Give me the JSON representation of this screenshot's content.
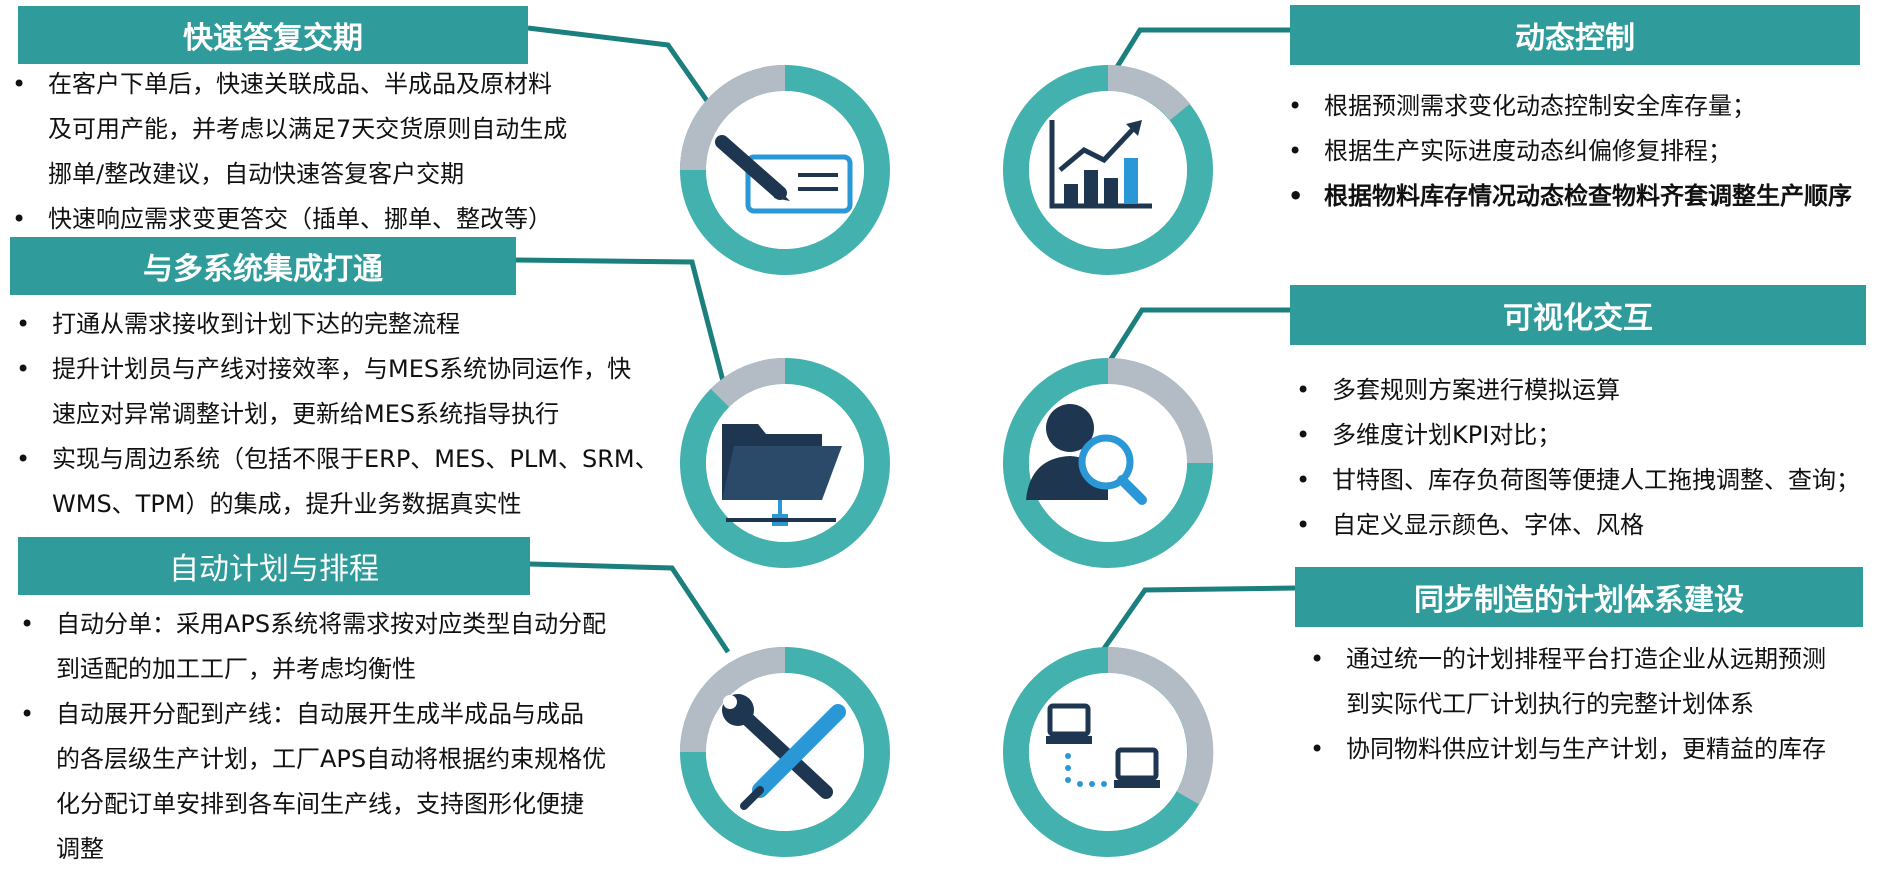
{
  "colors": {
    "teal": "#2f9c9b",
    "ring_teal": "#43b1ad",
    "ring_gray": "#b3bcc5",
    "navy": "#1e3650",
    "blue": "#2a97d6"
  },
  "sections": {
    "quick_reply": {
      "title": "快速答复交期",
      "bullets": [
        "在客户下单后，快速关联成品、半成品及原材料\n及可用产能，并考虑以满足7天交货原则自动生成\n挪单/整改建议，自动快速答复客户交期",
        "快速响应需求变更答交（插单、挪单、整改等）"
      ]
    },
    "integration": {
      "title": "与多系统集成打通",
      "bullets": [
        "打通从需求接收到计划下达的完整流程",
        "提升计划员与产线对接效率，与MES系统协同运作，快\n速应对异常调整计划，更新给MES系统指导执行",
        "实现与周边系统（包括不限于ERP、MES、PLM、SRM、\nWMS、TPM）的集成，提升业务数据真实性"
      ]
    },
    "auto_planning": {
      "title": "自动计划与排程",
      "bullets": [
        "自动分单：采用APS系统将需求按对应类型自动分配\n到适配的加工工厂，并考虑均衡性",
        "自动展开分配到产线：自动展开生成半成品与成品\n的各层级生产计划，工厂APS自动将根据约束规格优\n化分配订单安排到各车间生产线，支持图形化便捷\n调整"
      ]
    },
    "dynamic_control": {
      "title": "动态控制",
      "bullets": [
        "根据预测需求变化动态控制安全库存量；",
        "根据生产实际进度动态纠偏修复排程；",
        "根据物料库存情况动态检查物料齐套调整生产顺序"
      ]
    },
    "visual_interaction": {
      "title": "可视化交互",
      "bullets": [
        "多套规则方案进行模拟运算",
        "多维度计划KPI对比；",
        "甘特图、库存负荷图等便捷人工拖拽调整、查询；",
        "自定义显示颜色、字体、风格"
      ]
    },
    "sync_manufacturing": {
      "title": "同步制造的计划体系建设",
      "bullets": [
        "通过统一的计划排程平台打造企业从远期预测\n到实际代工厂计划执行的完整计划体系",
        "协同物料供应计划与生产计划，更精益的库存"
      ]
    }
  },
  "icons": {
    "quick_reply": "pen-and-card-icon",
    "integration": "network-folder-icon",
    "auto_planning": "wrench-and-screwdriver-icon",
    "dynamic_control": "bar-chart-trend-icon",
    "visual_interaction": "user-search-icon",
    "sync_manufacturing": "connected-computers-icon"
  }
}
